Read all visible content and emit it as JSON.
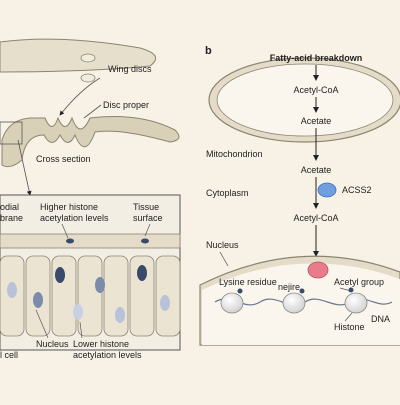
{
  "panel_b": {
    "letter": "b",
    "title": "Fatty-acid breakdown",
    "mito": {
      "acetyl_coa": "Acetyl-CoA",
      "acetate": "Acetate",
      "label": "Mitochondrion"
    },
    "cytoplasm": {
      "acetate": "Acetate",
      "label": "Cytoplasm",
      "enzyme": "ACSS2",
      "acetyl_coa": "Acetyl-CoA"
    },
    "nucleus": {
      "label": "Nucleus",
      "enzyme": "nejire",
      "lysine": "Lysine residue",
      "acetyl": "Acetyl group",
      "histone": "Histone",
      "dna": "DNA"
    }
  },
  "panel_a": {
    "wing_discs": "Wing discs",
    "disc_proper": "Disc proper",
    "cross_section": "Cross section",
    "podial_1": "odial",
    "podial_2": "brane",
    "higher_1": "Higher histone",
    "higher_2": "acetylation levels",
    "tissue_1": "Tissue",
    "tissue_2": "surface",
    "nucleus": "Nucleus",
    "lower_1": "Lower histone",
    "lower_2": "acetylation levels",
    "cell": "l cell"
  },
  "colors": {
    "background": "#f7f1e6",
    "tissue": "#e4dcc8",
    "nucleus_high": "#3a4a6b",
    "nucleus_low": "#b9c2d8",
    "acss2": "#6f9fe0",
    "nejire": "#e87c8a"
  }
}
